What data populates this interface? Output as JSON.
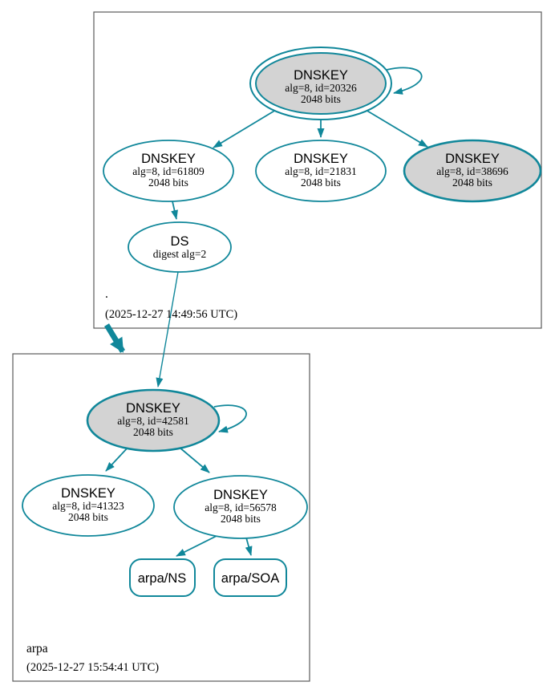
{
  "diagram_type": "dnssec-authentication-chain",
  "colors": {
    "edge_secure": "#10879a",
    "ksk_fill": "#d3d3d3",
    "node_fill": "#ffffff",
    "cluster_border": "#5a5a5a",
    "text": "#000000"
  },
  "zones": [
    {
      "label": ".",
      "timestamp": "(2025-12-27 14:49:56 UTC)",
      "nodes": {
        "ksk": {
          "title": "DNSKEY",
          "alg": "alg=8, id=20326",
          "bits": "2048 bits"
        },
        "zsk_left": {
          "title": "DNSKEY",
          "alg": "alg=8, id=61809",
          "bits": "2048 bits"
        },
        "zsk_mid": {
          "title": "DNSKEY",
          "alg": "alg=8, id=21831",
          "bits": "2048 bits"
        },
        "zsk_right": {
          "title": "DNSKEY",
          "alg": "alg=8, id=38696",
          "bits": "2048 bits"
        },
        "ds": {
          "title": "DS",
          "detail": "digest alg=2"
        }
      }
    },
    {
      "label": "arpa",
      "timestamp": "(2025-12-27 15:54:41 UTC)",
      "nodes": {
        "ksk": {
          "title": "DNSKEY",
          "alg": "alg=8, id=42581",
          "bits": "2048 bits"
        },
        "zsk_left": {
          "title": "DNSKEY",
          "alg": "alg=8, id=41323",
          "bits": "2048 bits"
        },
        "zsk_right": {
          "title": "DNSKEY",
          "alg": "alg=8, id=56578",
          "bits": "2048 bits"
        },
        "rrset_ns": {
          "label": "arpa/NS"
        },
        "rrset_soa": {
          "label": "arpa/SOA"
        }
      }
    }
  ]
}
